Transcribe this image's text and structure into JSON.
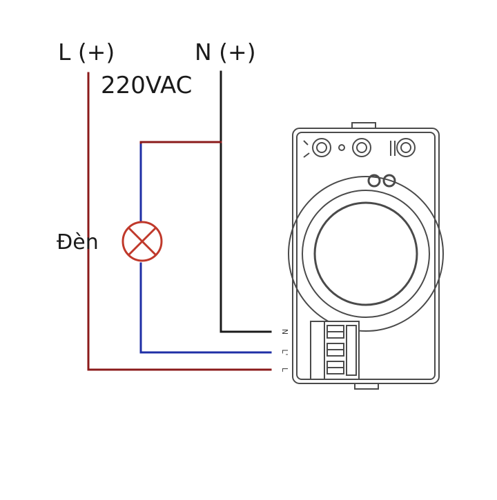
{
  "labels": {
    "live": "L (+)",
    "neutral": "N (+)",
    "voltage": "220VAC",
    "lamp": "Đèn"
  },
  "terminals": {
    "n": "N",
    "l_out": "L'",
    "l_in": "L"
  },
  "colors": {
    "live_wire": "#8b1a1a",
    "neutral_wire": "#1a1a1a",
    "lamp_wire": "#1f2fa6",
    "lamp_symbol": "#c0392b",
    "device_outline": "#4a4a4a"
  },
  "icons": {
    "lamp": "lamp-cross-circle-icon",
    "sensor": "motion-sensor-device-icon"
  }
}
